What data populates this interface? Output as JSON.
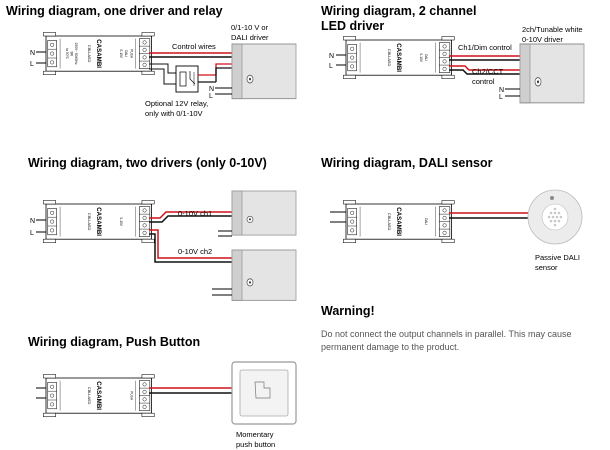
{
  "headings": {
    "one_driver": "Wiring diagram, one driver and relay",
    "two_channel_line1": "Wiring diagram, 2 channel",
    "two_channel_line2": "LED driver",
    "two_drivers": "Wiring diagram, two drivers (only 0-10V)",
    "dali_sensor": "Wiring diagram, DALI sensor",
    "push_button": "Wiring diagram, Push Button",
    "warning": "Warning!"
  },
  "warning_text": "Do not connect the output channels in parallel. This may cause permanent damage to the product.",
  "device": {
    "brand": "CASAMBI",
    "model": "CBU-ASD",
    "spec_lines": [
      "230V~ 50/60Hz",
      "3W",
      "ta 50°C"
    ],
    "output_lines": [
      "0-10V",
      "DALI",
      "PUSH"
    ]
  },
  "labels": {
    "n": "N",
    "l": "L",
    "d1_driver_l1": "0/1-10 V or",
    "d1_driver_l2": "DALI driver",
    "d1_control": "Control wires",
    "d1_relay_l1": "Optional 12V relay,",
    "d1_relay_l2": "only with 0/1-10V",
    "d2_driver_l1": "2ch/Tunable white",
    "d2_driver_l2": "0-10V driver",
    "d2_ch1": "Ch1/Dim control",
    "d2_ch2_l1": "Ch2/CCT",
    "d2_ch2_l2": "control",
    "d3_ch1": "0-10V ch1",
    "d3_ch2": "0-10V ch2",
    "d4_sensor_l1": "Passive DALI",
    "d4_sensor_l2": "sensor",
    "d5_button_l1": "Momentary",
    "d5_button_l2": "push button"
  },
  "colors": {
    "wire_red": "#d0101a",
    "wire_black": "#111111",
    "driver_fill": "#e4e4e4",
    "driver_panel": "#cfcfcf",
    "warning_text": "#555555"
  }
}
